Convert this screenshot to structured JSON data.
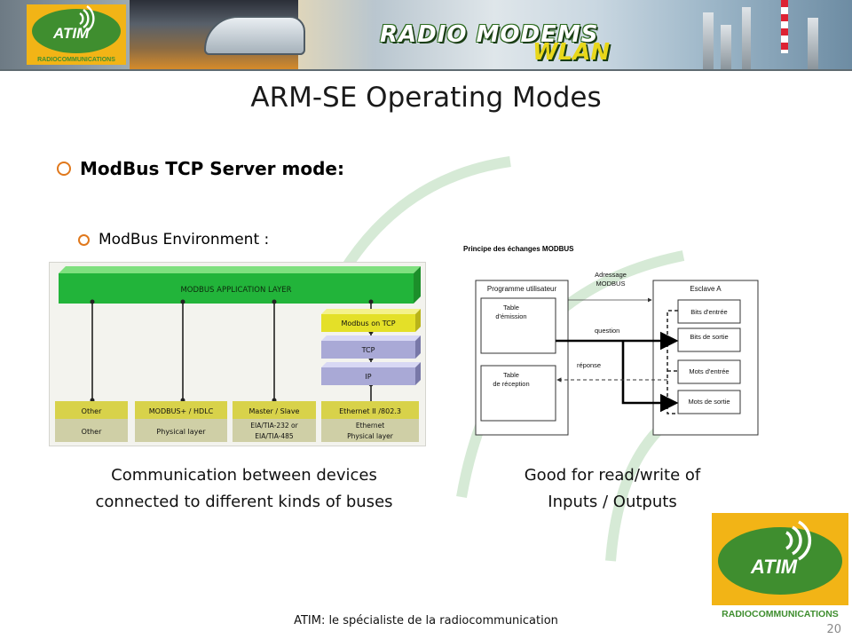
{
  "banner": {
    "logo_text": "ATIM",
    "logo_subtext": "RADIOCOMMUNICATIONS",
    "title": "RADIO MODEMS",
    "subtitle": "WLAN",
    "colors": {
      "logo_green": "#3f8e2f",
      "logo_yellow": "#f2b416",
      "title_green": "#2a6a1d"
    }
  },
  "slide": {
    "title": "ARM-SE Operating Modes",
    "bullet_main": "ModBus TCP Server mode:",
    "bullet_sub": "ModBus Environment :",
    "caption_left_line1": "Communication between devices",
    "caption_left_line2": "connected to different kinds of buses",
    "caption_right_line1": "Good for read/write of",
    "caption_right_line2": "Inputs / Outputs",
    "footer": "ATIM: le spécialiste de la radiocommunication",
    "page_number": "20",
    "bullet_color": "#e0781c"
  },
  "stack_diagram": {
    "app_layer": "MODBUS APPLICATION LAYER",
    "modbus_on_tcp": "Modbus on TCP",
    "tcp": "TCP",
    "ip": "IP",
    "columns": [
      {
        "top": "Other",
        "bottom_line1": "Other",
        "bottom_line2": ""
      },
      {
        "top": "MODBUS+ / HDLC",
        "bottom_line1": "Physical layer",
        "bottom_line2": ""
      },
      {
        "top": "Master / Slave",
        "bottom_line1": "EIA/TIA-232 or",
        "bottom_line2": "EIA/TIA-485"
      },
      {
        "top": "Ethernet II /802.3",
        "bottom_line1": "Ethernet",
        "bottom_line2": "Physical layer"
      }
    ]
  },
  "exchange_diagram": {
    "title": "Principe des échanges MODBUS",
    "addressing_line1": "Adressage",
    "addressing_line2": "MODBUS",
    "program": "Programme utilisateur",
    "emission_line1": "Table",
    "emission_line2": "d'émission",
    "reception_line1": "Table",
    "reception_line2": "de réception",
    "question": "question",
    "response": "réponse",
    "slave": "Esclave A",
    "slave_items": [
      "Bits d'entrée",
      "Bits de sortie",
      "Mots d'entrée",
      "Mots de sortie"
    ]
  }
}
